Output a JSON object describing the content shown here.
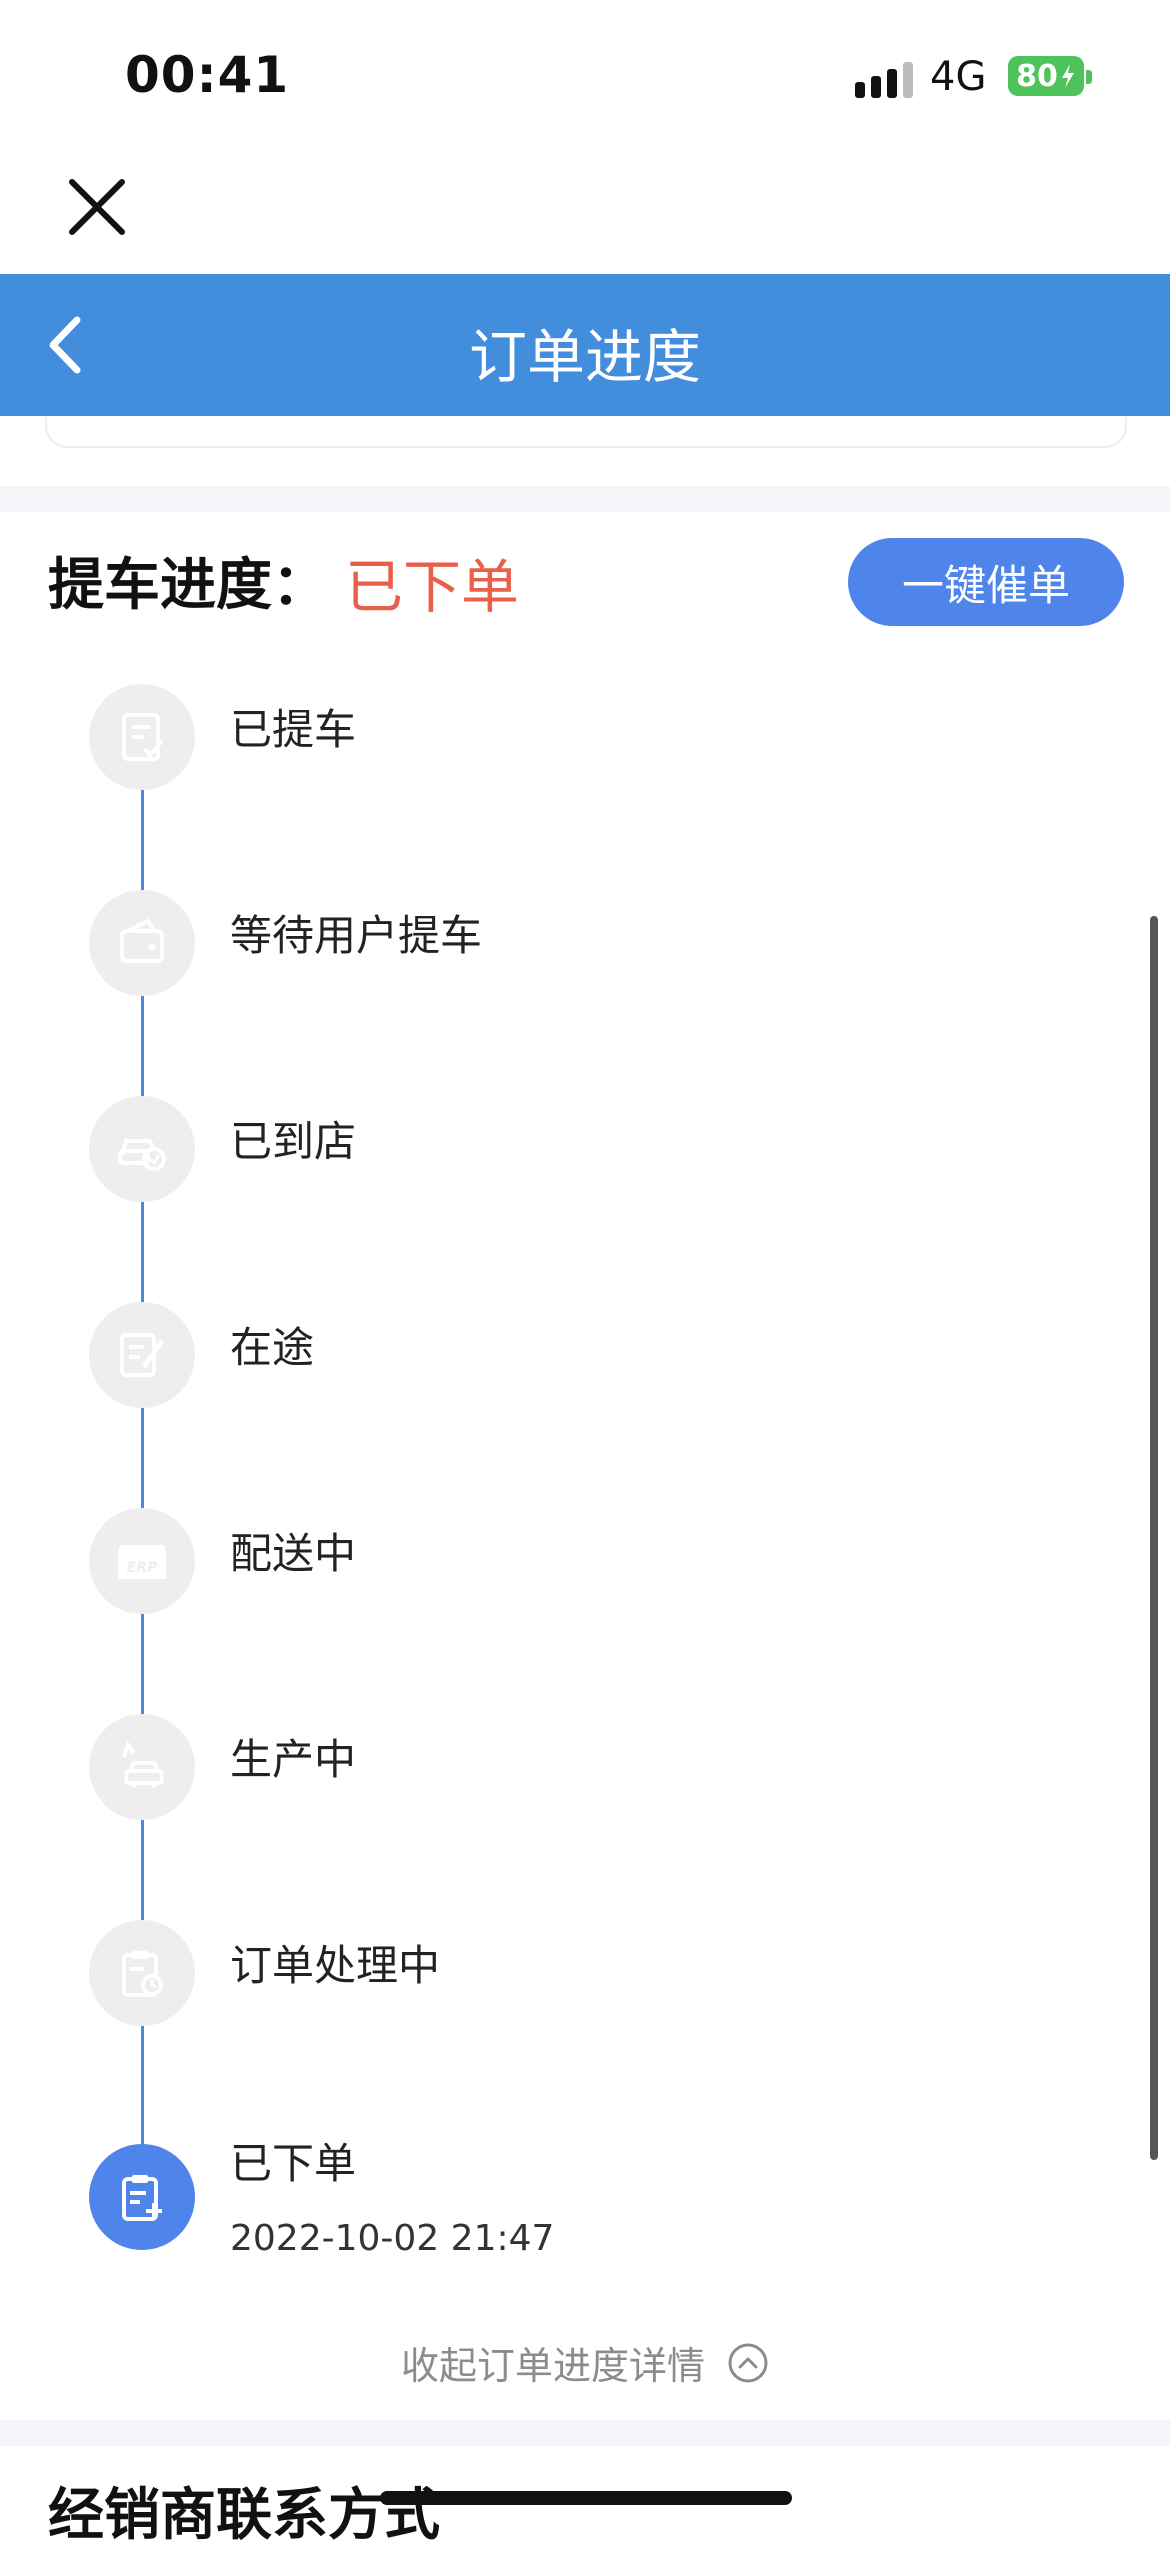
{
  "status_bar": {
    "time": "00:41",
    "network": "4G",
    "battery": "80"
  },
  "nav": {
    "title": "订单进度"
  },
  "progress": {
    "label": "提车进度：",
    "status": "已下单",
    "urge_button": "一键催单",
    "steps": [
      {
        "label": "已提车",
        "icon": "document-check-icon",
        "active": false
      },
      {
        "label": "等待用户提车",
        "icon": "wallet-icon",
        "active": false
      },
      {
        "label": "已到店",
        "icon": "car-store-icon",
        "active": false
      },
      {
        "label": "在途",
        "icon": "edit-note-icon",
        "active": false
      },
      {
        "label": "配送中",
        "icon": "erp-card-icon",
        "active": false
      },
      {
        "label": "生产中",
        "icon": "car-assembly-icon",
        "active": false
      },
      {
        "label": "订单处理中",
        "icon": "clipboard-clock-icon",
        "active": false
      },
      {
        "label": "已下单",
        "icon": "clipboard-add-icon",
        "active": true,
        "time": "2022-10-02 21:47"
      }
    ],
    "collapse_label": "收起订单进度详情"
  },
  "dealer": {
    "title": "经销商联系方式"
  },
  "colors": {
    "nav_bg": "#438ddd",
    "accent": "#4f85eb",
    "status_red": "#e8604a"
  }
}
